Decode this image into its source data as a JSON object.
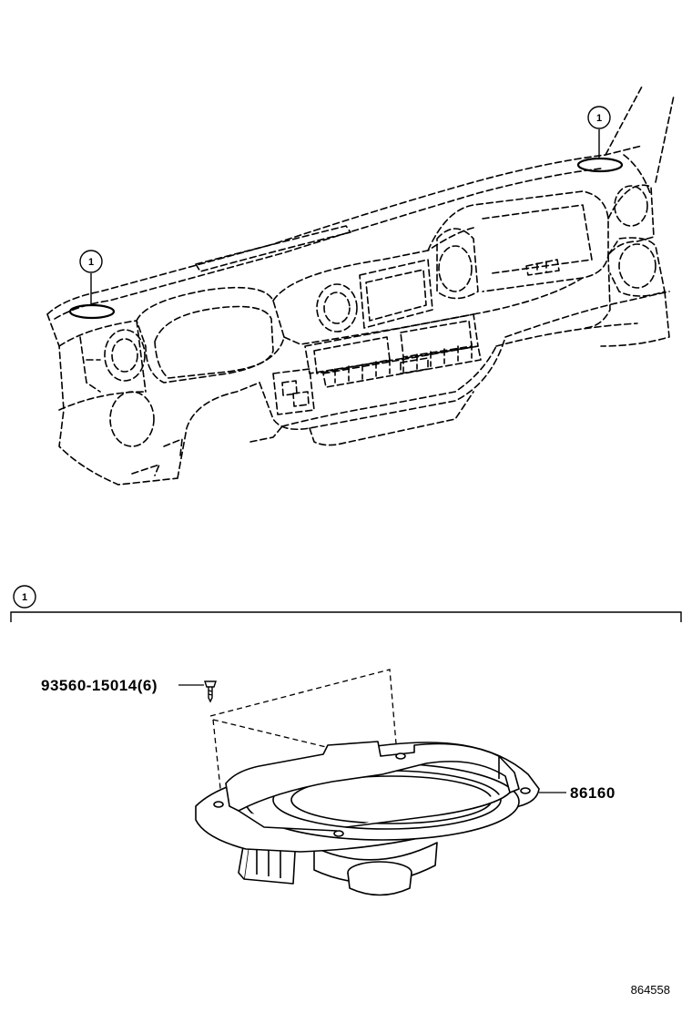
{
  "callouts": {
    "top_left": "1",
    "top_right": "1",
    "section": "1"
  },
  "parts": {
    "screw": "93560-15014(6)",
    "speaker": "86160"
  },
  "diagram_ref": "864558"
}
